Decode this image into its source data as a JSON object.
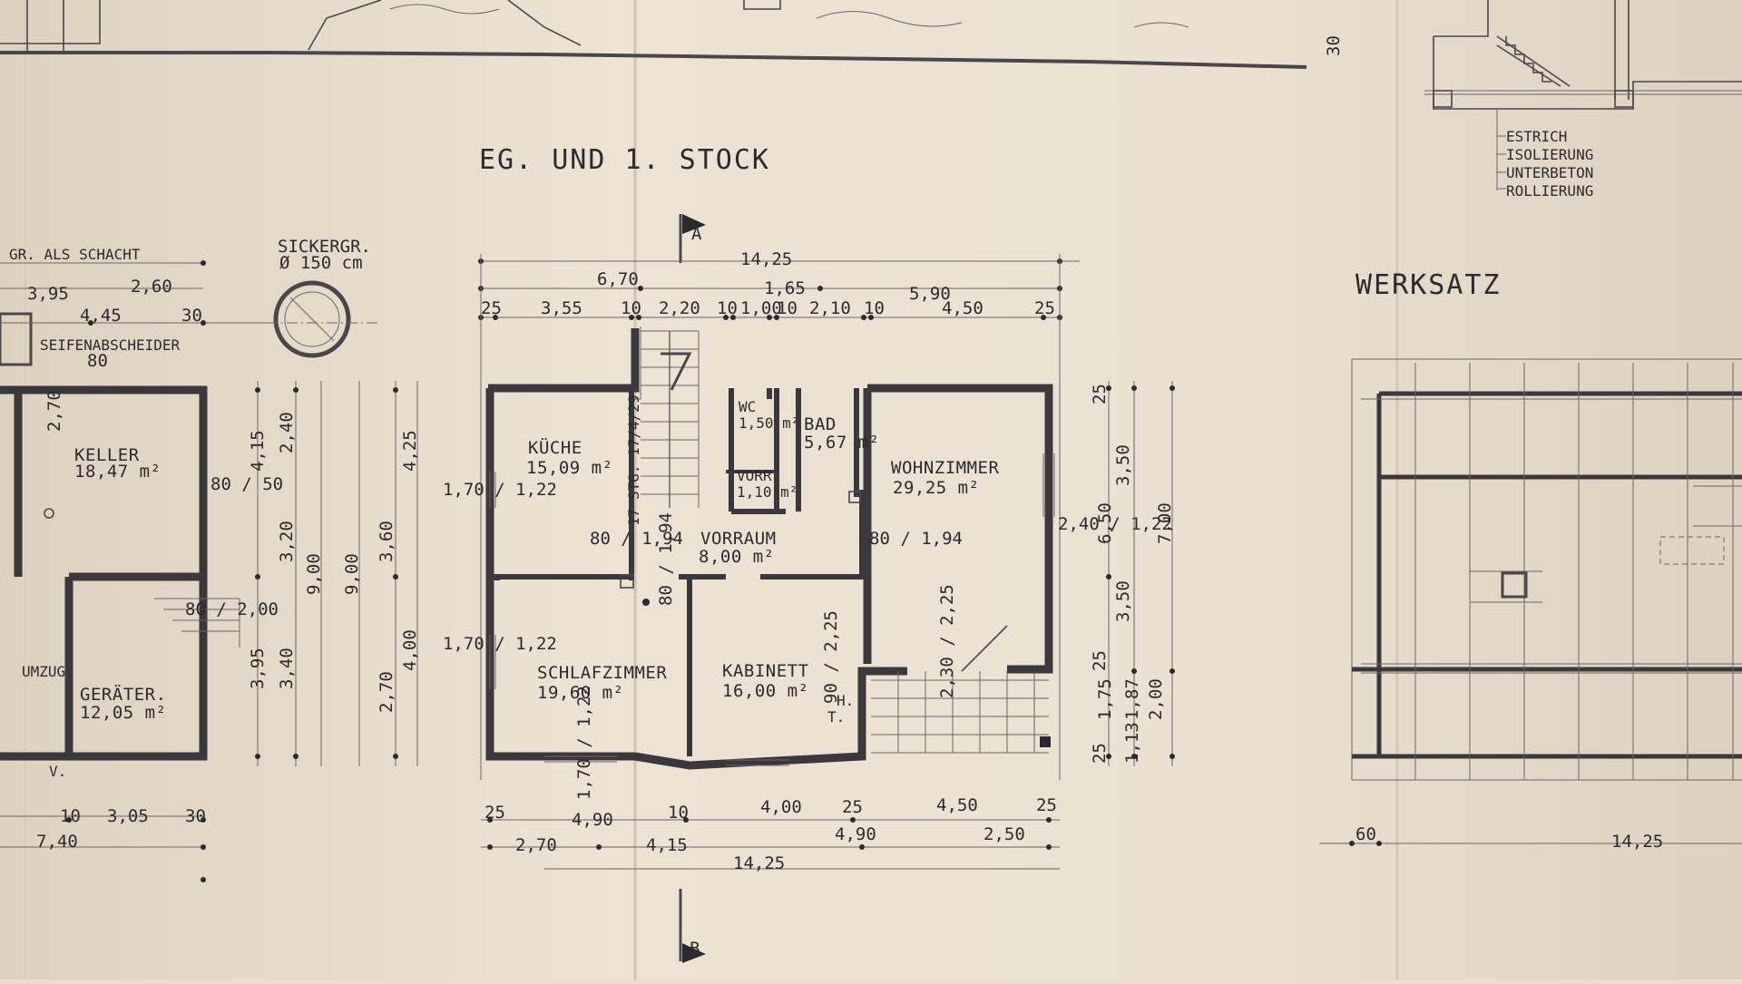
{
  "drawing": {
    "title": "EG. UND 1. STOCK",
    "section_right_title": "WERKSATZ",
    "section_a": "A",
    "section_b": "B",
    "floor_layers": [
      "ESTRICH",
      "ISOLIERUNG",
      "UNTERBETON",
      "ROLLIERUNG"
    ],
    "seepage_pit": {
      "label": "SICKERGR.",
      "diameter": "Ø 150 cm"
    },
    "shaft_note": "GR. ALS SCHACHT",
    "grease_trap": "SEIFENABSCHEIDER",
    "dim_overall": "14,25",
    "dim_werksatz": "14,25",
    "dim_werksatz_left": "60"
  },
  "rooms": [
    {
      "name": "KÜCHE",
      "area": "15,09 m²"
    },
    {
      "name": "WC",
      "area": "1,50 m²"
    },
    {
      "name": "BAD",
      "area": "5,67 m²"
    },
    {
      "name": "WOHNZIMMER",
      "area": "29,25 m²"
    },
    {
      "name": "VORRAUM",
      "area": "8,00 m²"
    },
    {
      "name": "SCHLAFZIMMER",
      "area": "19,60 m²"
    },
    {
      "name": "KABINETT",
      "area": "16,00 m²"
    },
    {
      "name": "KELLER",
      "area": "18,47 m²"
    },
    {
      "name": "GERÄTER.",
      "area": "12,05 m²"
    },
    {
      "name": "VORR.",
      "area": "1,10 m²"
    }
  ],
  "dims_top": [
    "6,70",
    "1,65",
    "5,90",
    "25",
    "3,55",
    "10",
    "2,20",
    "10",
    "1,00",
    "10",
    "2,10",
    "10",
    "4,50",
    "25"
  ],
  "dims_bottom": [
    "25",
    "4,90",
    "10",
    "4,00",
    "25",
    "4,50",
    "25",
    "2,70",
    "4,15",
    "4,90",
    "2,50",
    "14,25"
  ],
  "dims_right": [
    "25",
    "3,50",
    "6,50",
    "7,00",
    "3,50",
    "25",
    "1,75",
    "1,87",
    "2,00",
    "25",
    "1,13"
  ],
  "dims_left_block": [
    "3,95",
    "2,60",
    "4,45",
    "30",
    "80",
    "4,15",
    "2,40",
    "3,20",
    "9,00",
    "9,00",
    "3,60",
    "4,25",
    "3,95",
    "3,40",
    "2,70",
    "4,00",
    "2,70",
    "3,05",
    "30",
    "10",
    "7,40"
  ],
  "openings": [
    "1,70 / 1,22",
    "1,70 / 1,22",
    "2,40 / 1,22",
    "80 / 1,94",
    "80 / 1,94",
    "80 / 1,94",
    "90 / 2,25",
    "1,70 / 1,22",
    "2,30 / 2,25",
    "80 / 2,00",
    "80 / 50"
  ],
  "stair": "17 STG. 17/4/29",
  "misc_labels": [
    "H.",
    "T.",
    "V.",
    "UMZUG"
  ]
}
